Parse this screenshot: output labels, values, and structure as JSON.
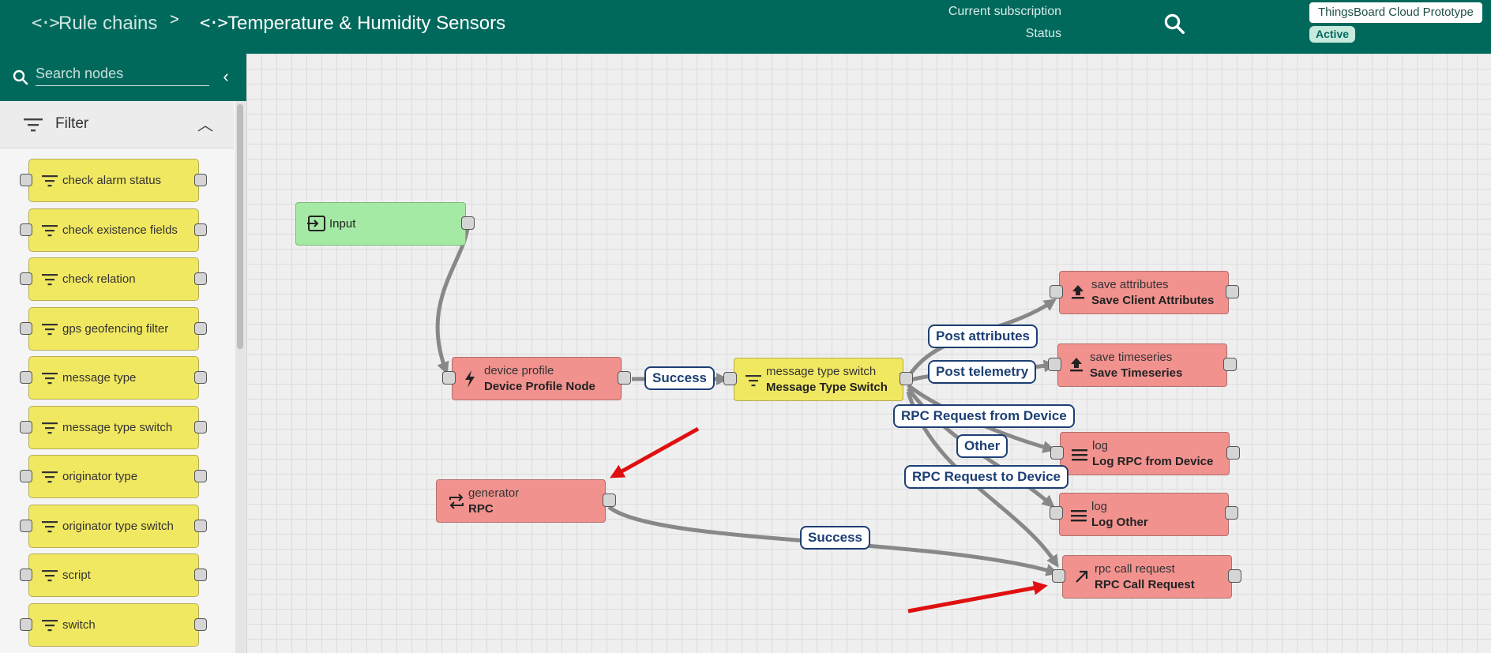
{
  "header": {
    "breadcrumb_root": "Rule chains",
    "breadcrumb_separator": ">",
    "breadcrumb_current": "Temperature & Humidity Sensors",
    "subscription_label": "Current subscription",
    "subscription_value": "ThingsBoard Cloud Prototype",
    "status_label": "Status",
    "status_value": "Active"
  },
  "sidebar": {
    "search_placeholder": "Search nodes",
    "section_title": "Filter",
    "items": [
      {
        "label": "check alarm status"
      },
      {
        "label": "check existence fields"
      },
      {
        "label": "check relation"
      },
      {
        "label": "gps geofencing filter"
      },
      {
        "label": "message type"
      },
      {
        "label": "message type switch"
      },
      {
        "label": "originator type"
      },
      {
        "label": "originator type switch"
      },
      {
        "label": "script"
      },
      {
        "label": "switch"
      }
    ]
  },
  "nodes": {
    "input": {
      "label": "Input",
      "icon": "input-icon",
      "color": "#a4e9a4"
    },
    "device_profile": {
      "type": "device profile",
      "name": "Device Profile Node",
      "icon": "bolt-icon"
    },
    "msg_type_switch": {
      "type": "message type switch",
      "name": "Message Type Switch",
      "icon": "filter-icon"
    },
    "save_attributes": {
      "type": "save attributes",
      "name": "Save Client Attributes",
      "icon": "upload-icon"
    },
    "save_timeseries": {
      "type": "save timeseries",
      "name": "Save Timeseries",
      "icon": "upload-icon"
    },
    "log_rpc": {
      "type": "log",
      "name": "Log RPC from Device",
      "icon": "log-icon"
    },
    "log_other": {
      "type": "log",
      "name": "Log Other",
      "icon": "log-icon"
    },
    "generator": {
      "type": "generator",
      "name": "RPC",
      "icon": "repeat-icon"
    },
    "rpc_call": {
      "type": "rpc call request",
      "name": "RPC Call Request",
      "icon": "arrow-up-right-icon"
    }
  },
  "edge_labels": {
    "success_1": "Success",
    "post_attributes": "Post attributes",
    "post_telemetry": "Post telemetry",
    "rpc_from_device": "RPC Request from Device",
    "other": "Other",
    "rpc_to_device": "RPC Request to Device",
    "success_2": "Success"
  },
  "colors": {
    "header": "#00695c",
    "action_node": "#f1928f",
    "filter_node": "#f1e861",
    "input_node": "#a4e9a4",
    "edge_label": "#1d3f74",
    "annotation_arrow": "#e01010"
  }
}
